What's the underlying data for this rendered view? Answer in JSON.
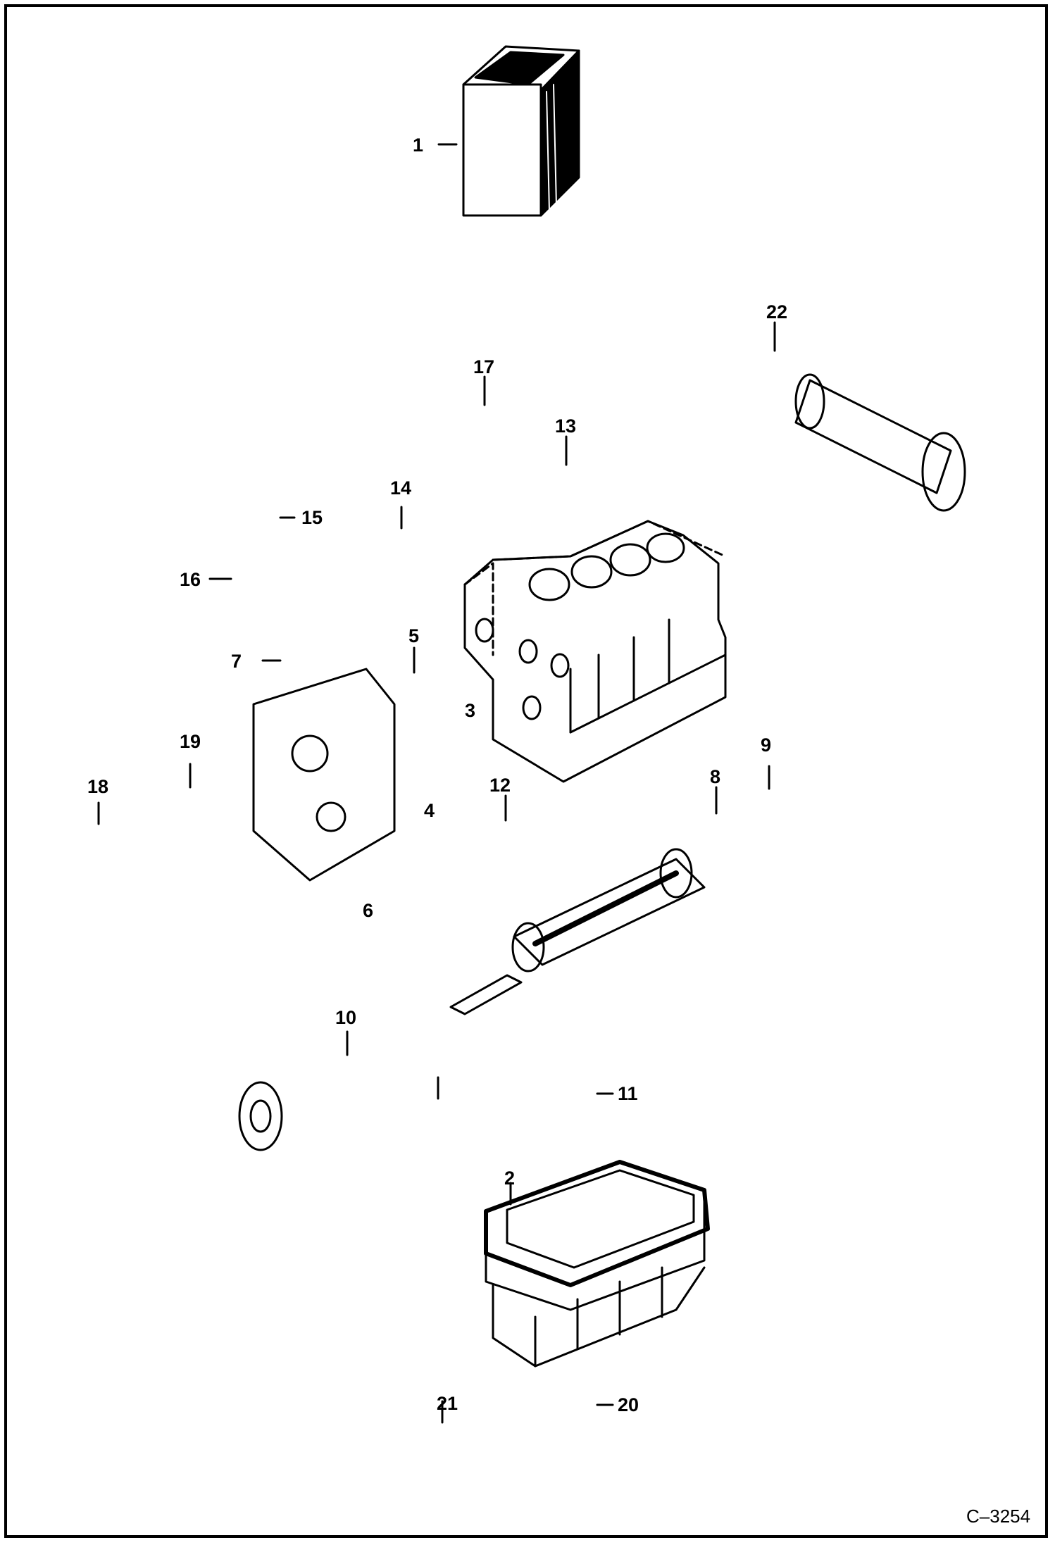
{
  "figure_id": "C–3254",
  "callouts": {
    "c1": "1",
    "c2": "2",
    "c3": "3",
    "c4": "4",
    "c5": "5",
    "c6": "6",
    "c7": "7",
    "c8": "8",
    "c9": "9",
    "c10": "10",
    "c11": "11",
    "c12": "12",
    "c13": "13",
    "c14": "14",
    "c15": "15",
    "c16": "16",
    "c17": "17",
    "c18": "18",
    "c19": "19",
    "c20": "20",
    "c21": "21",
    "c22": "22"
  }
}
